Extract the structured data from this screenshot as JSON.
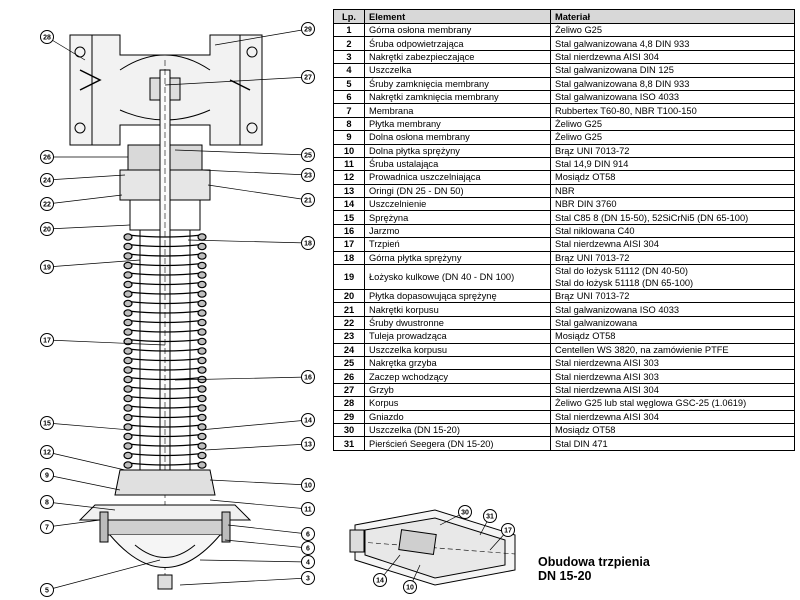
{
  "table": {
    "headers": {
      "lp": "Lp.",
      "element": "Element",
      "material": "Materiał"
    },
    "rows": [
      {
        "lp": "1",
        "element": "Górna osłona membrany",
        "material": [
          "Żeliwo G25"
        ]
      },
      {
        "lp": "2",
        "element": "Śruba odpowietrzająca",
        "material": [
          "Stal galwanizowana 4,8 DIN 933"
        ]
      },
      {
        "lp": "3",
        "element": "Nakrętki zabezpieczające",
        "material": [
          "Stal nierdzewna AISI 304"
        ]
      },
      {
        "lp": "4",
        "element": "Uszczelka",
        "material": [
          "Stal galwanizowana DIN 125"
        ]
      },
      {
        "lp": "5",
        "element": "Śruby zamknięcia membrany",
        "material": [
          "Stal galwanizowana 8,8 DIN 933"
        ]
      },
      {
        "lp": "6",
        "element": "Nakrętki zamknięcia membrany",
        "material": [
          "Stal galwanizowana ISO 4033"
        ]
      },
      {
        "lp": "7",
        "element": "Membrana",
        "material": [
          "Rubbertex T60-80, NBR T100-150"
        ]
      },
      {
        "lp": "8",
        "element": "Płytka membrany",
        "material": [
          "Żeliwo G25"
        ]
      },
      {
        "lp": "9",
        "element": "Dolna osłona membrany",
        "material": [
          "Żeliwo G25"
        ]
      },
      {
        "lp": "10",
        "element": "Dolna płytka sprężyny",
        "material": [
          "Brąz UNI 7013-72"
        ]
      },
      {
        "lp": "11",
        "element": "Śruba ustalająca",
        "material": [
          "Stal 14,9 DIN 914"
        ]
      },
      {
        "lp": "12",
        "element": "Prowadnica uszczelniająca",
        "material": [
          "Mosiądz OT58"
        ]
      },
      {
        "lp": "13",
        "element": "Oringi (DN 25 - DN 50)",
        "material": [
          "NBR"
        ]
      },
      {
        "lp": "14",
        "element": "Uszczelnienie",
        "material": [
          "NBR DIN 3760"
        ]
      },
      {
        "lp": "15",
        "element": "Sprężyna",
        "material": [
          "Stal C85 8 (DN 15-50), 52SiCrNi5 (DN 65-100)"
        ]
      },
      {
        "lp": "16",
        "element": "Jarzmo",
        "material": [
          "Stal niklowana C40"
        ]
      },
      {
        "lp": "17",
        "element": "Trzpień",
        "material": [
          "Stal nierdzewna AISI 304"
        ]
      },
      {
        "lp": "18",
        "element": "Górna płytka sprężyny",
        "material": [
          "Brąz UNI 7013-72"
        ]
      },
      {
        "lp": "19",
        "element": "Łożysko kulkowe (DN 40 - DN 100)",
        "material": [
          "Stal do łożysk 51112 (DN 40-50)",
          "Stal do łożysk 51118 (DN 65-100)"
        ]
      },
      {
        "lp": "20",
        "element": "Płytka dopasowująca sprężynę",
        "material": [
          "Brąz UNI 7013-72"
        ]
      },
      {
        "lp": "21",
        "element": "Nakrętki korpusu",
        "material": [
          "Stal galwanizowana ISO 4033"
        ]
      },
      {
        "lp": "22",
        "element": "Śruby dwustronne",
        "material": [
          "Stal galwanizowana"
        ]
      },
      {
        "lp": "23",
        "element": "Tuleja prowadząca",
        "material": [
          "Mosiądz OT58"
        ]
      },
      {
        "lp": "24",
        "element": "Uszczelka korpusu",
        "material": [
          "Centellen WS 3820, na zamówienie PTFE"
        ]
      },
      {
        "lp": "25",
        "element": "Nakrętka grzyba",
        "material": [
          "Stal nierdzewna AISI 303"
        ]
      },
      {
        "lp": "26",
        "element": "Zaczep wchodzący",
        "material": [
          "Stal nierdzewna AISI 303"
        ]
      },
      {
        "lp": "27",
        "element": "Grzyb",
        "material": [
          "Stal nierdzewna AISI 304"
        ]
      },
      {
        "lp": "28",
        "element": "Korpus",
        "material": [
          "Żeliwo G25 lub stal węglowa GSC-25 (1.0619)"
        ]
      },
      {
        "lp": "29",
        "element": "Gniazdo",
        "material": [
          "Stal nierdzewna AISI 304"
        ]
      },
      {
        "lp": "30",
        "element": "Uszczelka (DN 15-20)",
        "material": [
          "Mosiądz OT58"
        ]
      },
      {
        "lp": "31",
        "element": "Pierścień Seegera (DN 15-20)",
        "material": [
          "Stal DIN 471"
        ]
      }
    ]
  },
  "inset_caption": {
    "line1": "Obudowa trzpienia",
    "line2": "DN 15-20"
  },
  "callouts": {
    "left": [
      "28",
      "26",
      "24",
      "22",
      "20",
      "19",
      "17",
      "15",
      "12",
      "9",
      "8",
      "7",
      "5"
    ],
    "right": [
      "29",
      "27",
      "25",
      "23",
      "21",
      "18",
      "16",
      "14",
      "13",
      "10",
      "11",
      "6",
      "6",
      "4",
      "3"
    ],
    "inset": [
      "30",
      "31",
      "17",
      "14",
      "10"
    ]
  }
}
